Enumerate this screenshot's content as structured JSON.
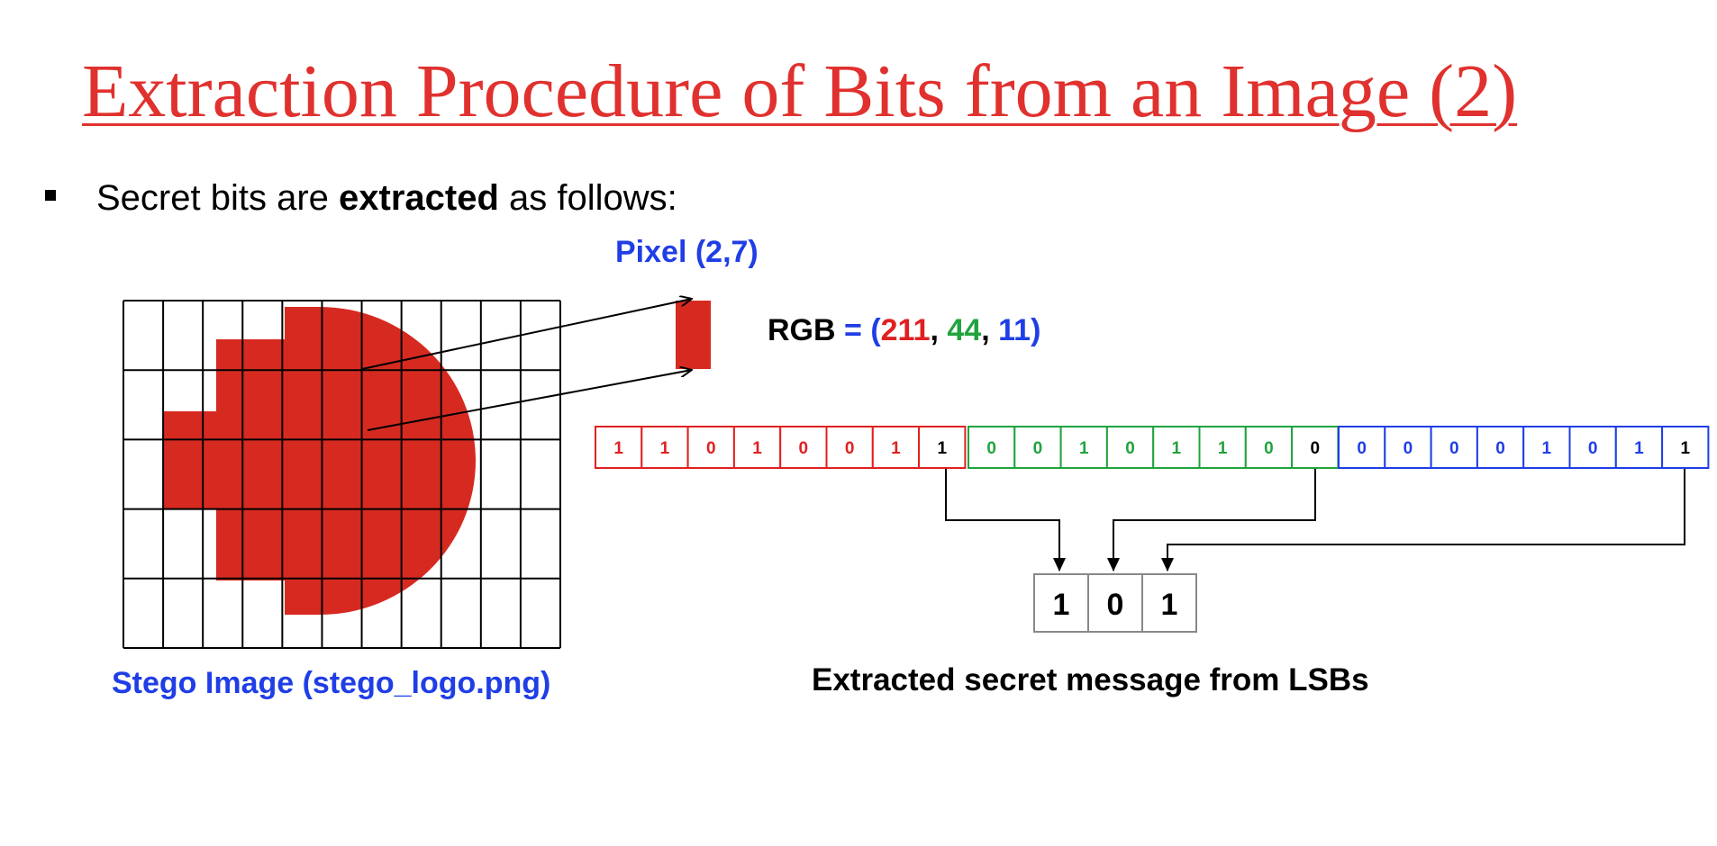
{
  "title": "Extraction Procedure of Bits from an Image (2)",
  "bullet": {
    "prefix": "Secret bits are ",
    "bold": "extracted",
    "suffix": " as follows:"
  },
  "pixel_label": "Pixel (2,7)",
  "rgb": {
    "label": "RGB",
    "equals": " = ",
    "open": "(",
    "r": "211",
    "sep1": ", ",
    "g": "44",
    "sep2": ", ",
    "b": "11",
    "close": ")"
  },
  "bits": {
    "red": [
      "1",
      "1",
      "0",
      "1",
      "0",
      "0",
      "1",
      "1"
    ],
    "green": [
      "0",
      "0",
      "1",
      "0",
      "1",
      "1",
      "0",
      "0"
    ],
    "blue": [
      "0",
      "0",
      "0",
      "0",
      "1",
      "0",
      "1",
      "1"
    ]
  },
  "extracted_bits": [
    "1",
    "0",
    "1"
  ],
  "stego_caption": "Stego Image (stego_logo.png)",
  "extracted_caption": "Extracted secret message from LSBs",
  "colors": {
    "title": "#e0312e",
    "blue_text": "#1f3ee6",
    "red": "#e02020",
    "green": "#21a33e",
    "blue": "#1f3ee6",
    "shape": "#d62a21"
  }
}
